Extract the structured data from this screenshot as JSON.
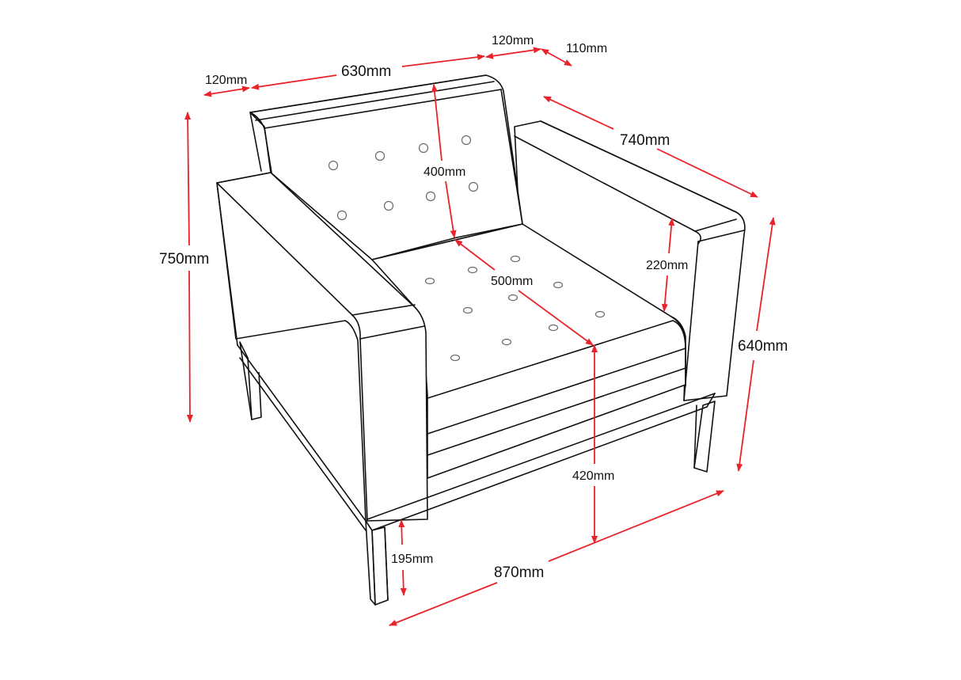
{
  "diagram": {
    "subject": "Armchair dimensions",
    "colors": {
      "dimension_line": "#e8232a",
      "outline": "#111111",
      "button": "#6a6a6a",
      "background": "#ffffff"
    },
    "dimensions": {
      "arm_width_left": "120mm",
      "seat_width": "630mm",
      "arm_width_right": "120mm",
      "back_thickness": "110mm",
      "overall_depth": "740mm",
      "overall_height": "750mm",
      "back_height": "400mm",
      "arm_height_above_seat": "220mm",
      "seat_depth": "500mm",
      "arm_height": "640mm",
      "seat_height": "420mm",
      "leg_clearance": "195mm",
      "overall_width": "870mm"
    }
  }
}
